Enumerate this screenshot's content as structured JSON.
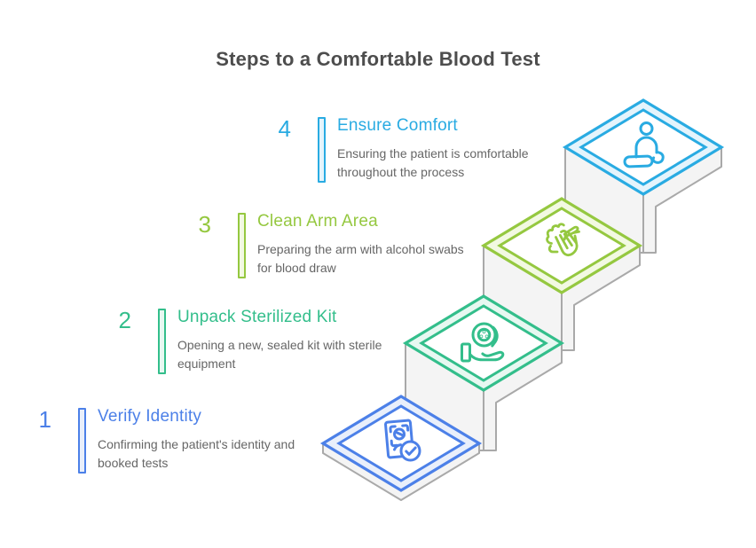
{
  "title": "Steps to a Comfortable Blood Test",
  "steps": [
    {
      "number": "1",
      "title": "Verify Identity",
      "description": "Confirming the patient's identity and booked tests",
      "color": "#4c80e8",
      "tint": "#e9effb",
      "icon": "id-verification-icon"
    },
    {
      "number": "2",
      "title": "Unpack Sterilized Kit",
      "description": "Opening a new, sealed kit with sterile equipment",
      "color": "#33be8b",
      "tint": "#e7f8f1",
      "icon": "bandage-hand-icon"
    },
    {
      "number": "3",
      "title": "Clean Arm Area",
      "description": "Preparing the arm with alcohol swabs for blood draw",
      "color": "#95c840",
      "tint": "#f2f9e2",
      "icon": "washing-hands-icon"
    },
    {
      "number": "4",
      "title": "Ensure Comfort",
      "description": "Ensuring the patient is comfortable throughout the process",
      "color": "#29abe2",
      "tint": "#e4f4fc",
      "icon": "person-meditating-icon"
    }
  ],
  "stair_colors": {
    "face": "#f4f4f4",
    "edge": "#a9a9a9"
  }
}
